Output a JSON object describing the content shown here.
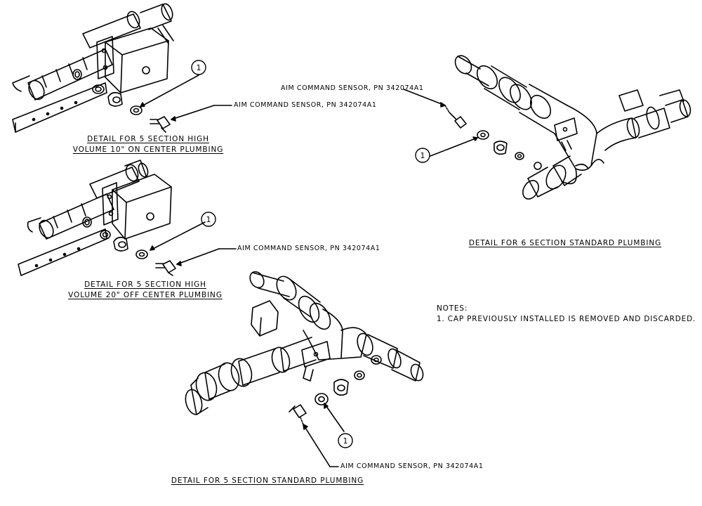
{
  "callouts": {
    "sensor_label": "AIM COMMAND SENSOR, PN 342074A1",
    "item_number": "1"
  },
  "captions": {
    "detail_a": {
      "line1": "DETAIL FOR 5 SECTION HIGH",
      "line2": "VOLUME 10\" ON CENTER PLUMBING"
    },
    "detail_b": {
      "line1": "DETAIL FOR 5 SECTION HIGH",
      "line2": "VOLUME 20\" OFF CENTER PLUMBING"
    },
    "detail_c": {
      "line1": "DETAIL FOR 6 SECTION STANDARD PLUMBING"
    },
    "detail_d": {
      "line1": "DETAIL FOR 5 SECTION STANDARD PLUMBING"
    }
  },
  "notes": {
    "heading": "NOTES:",
    "items": [
      "1.   CAP PREVIOUSLY INSTALLED IS REMOVED AND DISCARDED."
    ]
  },
  "colors": {
    "ink": "#000000",
    "paper": "#ffffff"
  }
}
